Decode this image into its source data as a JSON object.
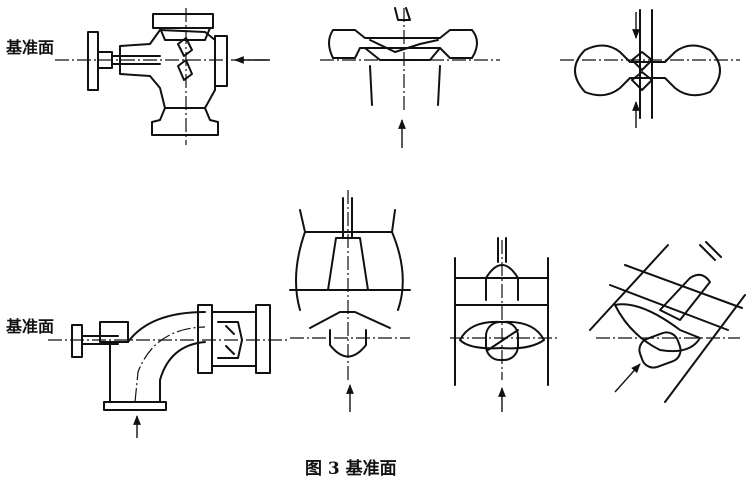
{
  "labels": {
    "datum_top": "基准面",
    "datum_bottom": "基准面"
  },
  "caption": "图 3   基准面"
}
